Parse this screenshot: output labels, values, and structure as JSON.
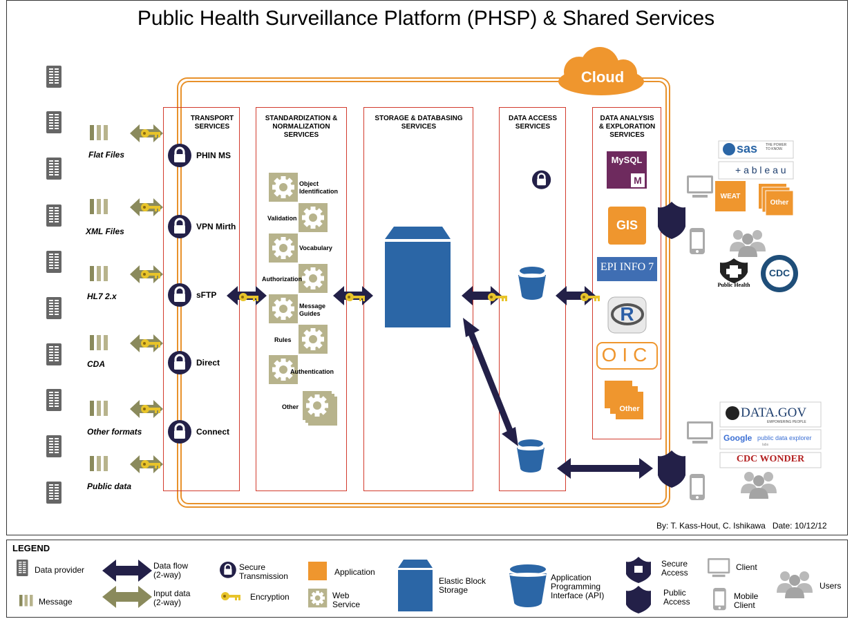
{
  "title": "Public Health Surveillance Platform (PHSP) & Shared Services",
  "cloud_label": "Cloud",
  "formats": [
    "Flat Files",
    "XML Files",
    "HL7 2.x",
    "CDA",
    "Other formats",
    "Public data"
  ],
  "panels": {
    "transport": "TRANSPORT\nSERVICES",
    "standardization": "STANDARDIZATION &\nNORMALIZATION\nSERVICES",
    "storage": "STORAGE & DATABASING\nSERVICES",
    "data_access": "DATA ACCESS\nSERVICES",
    "analysis": "DATA ANALYSIS\n& EXPLORATION\nSERVICES"
  },
  "transport_items": [
    "PHIN MS",
    "VPN Mirth",
    "sFTP",
    "Direct",
    "Connect"
  ],
  "web_services": [
    "Object\nIdentification",
    "Validation",
    "Vocabulary",
    "Authorization",
    "Message\nGuides",
    "Rules",
    "Authentication",
    "Other"
  ],
  "analysis_apps": {
    "mysql": "MySQL",
    "mysql_m": "M",
    "gis": "GIS",
    "epi": "EPI INFO 7",
    "r": "R",
    "oic": "OIC",
    "other": "Other"
  },
  "clients": {
    "sas": "sas",
    "sas_tag": "THE POWER TO KNOW.",
    "tableau": "+ a b l e a u",
    "weat": "WEAT",
    "other": "Other",
    "public_health": "Public Health",
    "cdc": "CDC"
  },
  "public_sites": {
    "datagov": "DATA.GOV",
    "datagov_sub": "EMPOWERING PEOPLE",
    "google": "Google",
    "google_rest": "public data explorer",
    "google_labs": "labs",
    "wonder": "CDC WONDER"
  },
  "byline": "By: T. Kass-Hout, C. Ishikawa   Date: 10/12/12",
  "legend": {
    "title": "LEGEND",
    "data_provider": "Data provider",
    "message": "Message",
    "data_flow": "Data flow\n(2-way)",
    "input_data": "Input data\n(2-way)",
    "secure_transmission": "Secure\nTransmission",
    "encryption": "Encryption",
    "application": "Application",
    "web_service": "Web\nService",
    "ebs": "Elastic Block\nStorage",
    "api": "Application\nProgramming\nInterface (API)",
    "secure_access": "Secure\nAccess",
    "public_access": "Public\nAccess",
    "client": "Client",
    "mobile_client": "Mobile\nClient",
    "users": "Users"
  },
  "colors": {
    "navy": "#232048",
    "olive": "#8a8a5c",
    "olive_light": "#b7b38c",
    "gold": "#e8c42a",
    "orange": "#ef962e",
    "blue": "#2b66a6",
    "panel_border": "#d23a2c",
    "cloud_line": "#e8912a",
    "gray": "#6b6b6b"
  }
}
